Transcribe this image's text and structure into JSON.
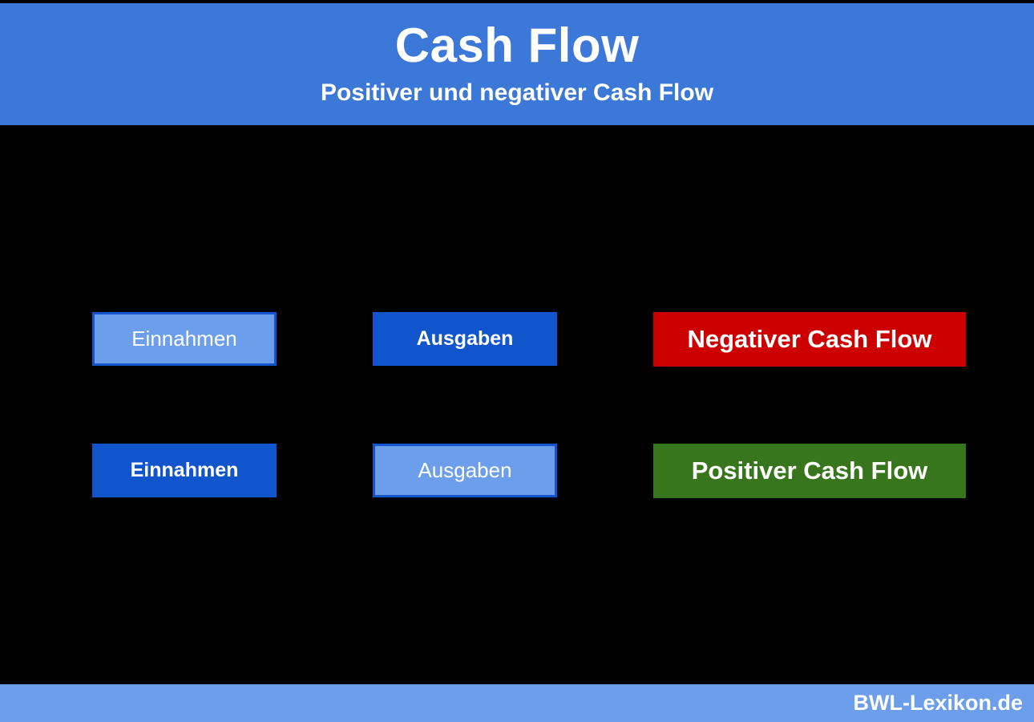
{
  "header": {
    "title": "Cash Flow",
    "subtitle": "Positiver und negativer Cash Flow",
    "background": "#3c78d8",
    "text_color": "#ffffff"
  },
  "diagram": {
    "background": "#000000",
    "colors": {
      "light_box_fill": "#6d9eeb",
      "light_box_border": "#1155cc",
      "dark_box_fill": "#1155cc",
      "negative_result_fill": "#cc0000",
      "positive_result_fill": "#38761d",
      "box_text": "#ffffff"
    },
    "rows": [
      {
        "name": "negative-cash-flow-row",
        "boxes": [
          {
            "label": "Einnahmen",
            "variant": "light"
          },
          {
            "label": "Ausgaben",
            "variant": "dark"
          },
          {
            "label": "Negativer Cash Flow",
            "variant": "negative-result"
          }
        ]
      },
      {
        "name": "positive-cash-flow-row",
        "boxes": [
          {
            "label": "Einnahmen",
            "variant": "dark"
          },
          {
            "label": "Ausgaben",
            "variant": "light"
          },
          {
            "label": "Positiver Cash Flow",
            "variant": "positive-result"
          }
        ]
      }
    ]
  },
  "footer": {
    "brand": "BWL-Lexikon.de",
    "background": "#6d9eeb",
    "text_color": "#ffffff"
  }
}
